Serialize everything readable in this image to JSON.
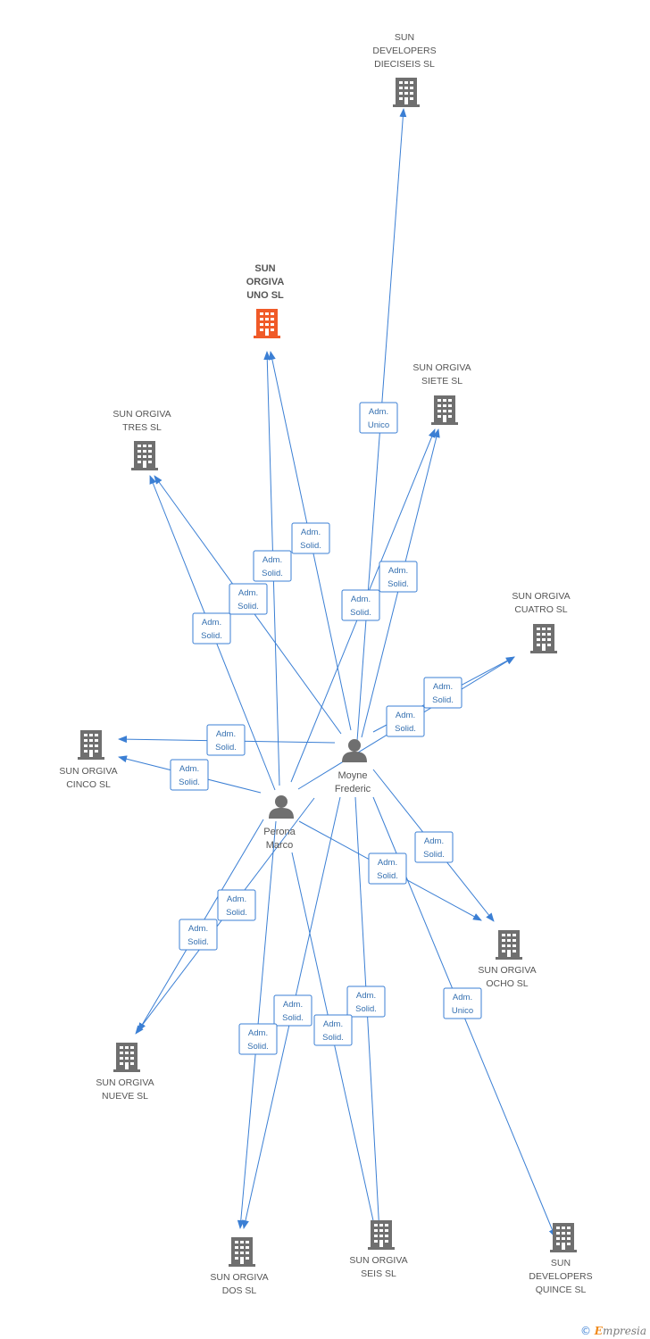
{
  "colors": {
    "edge": "#3b7fd4",
    "building": "#6f6f6f",
    "building_main": "#f05a28",
    "person": "#6f6f6f",
    "label": "#555555",
    "role_text": "#3570b0"
  },
  "persons": [
    {
      "id": "moyne",
      "lines": [
        "Moyne",
        "Frederic"
      ],
      "icon": "person-icon"
    },
    {
      "id": "perona",
      "lines": [
        "Perona",
        "Marco"
      ],
      "icon": "person-icon"
    }
  ],
  "companies": [
    {
      "id": "dieciseis",
      "lines": [
        "SUN",
        "DEVELOPERS",
        "DIECISEIS SL"
      ],
      "icon": "building-icon",
      "main": false
    },
    {
      "id": "uno",
      "lines": [
        "SUN",
        "ORGIVA",
        "UNO SL"
      ],
      "icon": "building-icon",
      "main": true
    },
    {
      "id": "siete",
      "lines": [
        "SUN ORGIVA",
        "SIETE SL"
      ],
      "icon": "building-icon",
      "main": false
    },
    {
      "id": "tres",
      "lines": [
        "SUN ORGIVA",
        "TRES SL"
      ],
      "icon": "building-icon",
      "main": false
    },
    {
      "id": "cuatro",
      "lines": [
        "SUN ORGIVA",
        "CUATRO SL"
      ],
      "icon": "building-icon",
      "main": false
    },
    {
      "id": "cinco",
      "lines": [
        "SUN ORGIVA",
        "CINCO SL"
      ],
      "icon": "building-icon",
      "main": false
    },
    {
      "id": "ocho",
      "lines": [
        "SUN ORGIVA",
        "OCHO SL"
      ],
      "icon": "building-icon",
      "main": false
    },
    {
      "id": "nueve",
      "lines": [
        "SUN ORGIVA",
        "NUEVE SL"
      ],
      "icon": "building-icon",
      "main": false
    },
    {
      "id": "dos",
      "lines": [
        "SUN ORGIVA",
        "DOS SL"
      ],
      "icon": "building-icon",
      "main": false
    },
    {
      "id": "seis",
      "lines": [
        "SUN ORGIVA",
        "SEIS SL"
      ],
      "icon": "building-icon",
      "main": false
    },
    {
      "id": "quince",
      "lines": [
        "SUN",
        "DEVELOPERS",
        "QUINCE SL"
      ],
      "icon": "building-icon",
      "main": false
    }
  ],
  "relations": [
    {
      "from": "moyne",
      "to": "dieciseis",
      "role": [
        "Adm.",
        "Unico"
      ]
    },
    {
      "from": "moyne",
      "to": "uno",
      "role": [
        "Adm.",
        "Solid."
      ]
    },
    {
      "from": "perona",
      "to": "uno",
      "role": [
        "Adm.",
        "Solid."
      ]
    },
    {
      "from": "moyne",
      "to": "tres",
      "role": [
        "Adm.",
        "Solid."
      ]
    },
    {
      "from": "perona",
      "to": "tres",
      "role": [
        "Adm.",
        "Solid."
      ]
    },
    {
      "from": "perona",
      "to": "siete",
      "role": [
        "Adm.",
        "Solid."
      ]
    },
    {
      "from": "moyne",
      "to": "siete",
      "role": [
        "Adm.",
        "Solid."
      ]
    },
    {
      "from": "perona",
      "to": "cuatro",
      "role": [
        "Adm.",
        "Solid."
      ]
    },
    {
      "from": "moyne",
      "to": "cuatro",
      "role": [
        "Adm.",
        "Solid."
      ]
    },
    {
      "from": "moyne",
      "to": "cinco",
      "role": [
        "Adm.",
        "Solid."
      ]
    },
    {
      "from": "perona",
      "to": "cinco",
      "role": [
        "Adm.",
        "Solid."
      ]
    },
    {
      "from": "moyne",
      "to": "ocho",
      "role": [
        "Adm.",
        "Solid."
      ]
    },
    {
      "from": "perona",
      "to": "ocho",
      "role": [
        "Adm.",
        "Solid."
      ]
    },
    {
      "from": "perona",
      "to": "nueve",
      "role": [
        "Adm.",
        "Solid."
      ]
    },
    {
      "from": "moyne",
      "to": "nueve",
      "role": [
        "Adm.",
        "Solid."
      ]
    },
    {
      "from": "moyne",
      "to": "dos",
      "role": [
        "Adm.",
        "Solid."
      ]
    },
    {
      "from": "perona",
      "to": "dos",
      "role": [
        "Adm.",
        "Solid."
      ]
    },
    {
      "from": "moyne",
      "to": "seis",
      "role": [
        "Adm.",
        "Solid."
      ]
    },
    {
      "from": "perona",
      "to": "seis",
      "role": [
        "Adm.",
        "Solid."
      ]
    },
    {
      "from": "moyne",
      "to": "quince",
      "role": [
        "Adm.",
        "Unico"
      ]
    }
  ],
  "watermark": {
    "symbol": "©",
    "brand_initial": "E",
    "brand_rest": "mpresia"
  }
}
